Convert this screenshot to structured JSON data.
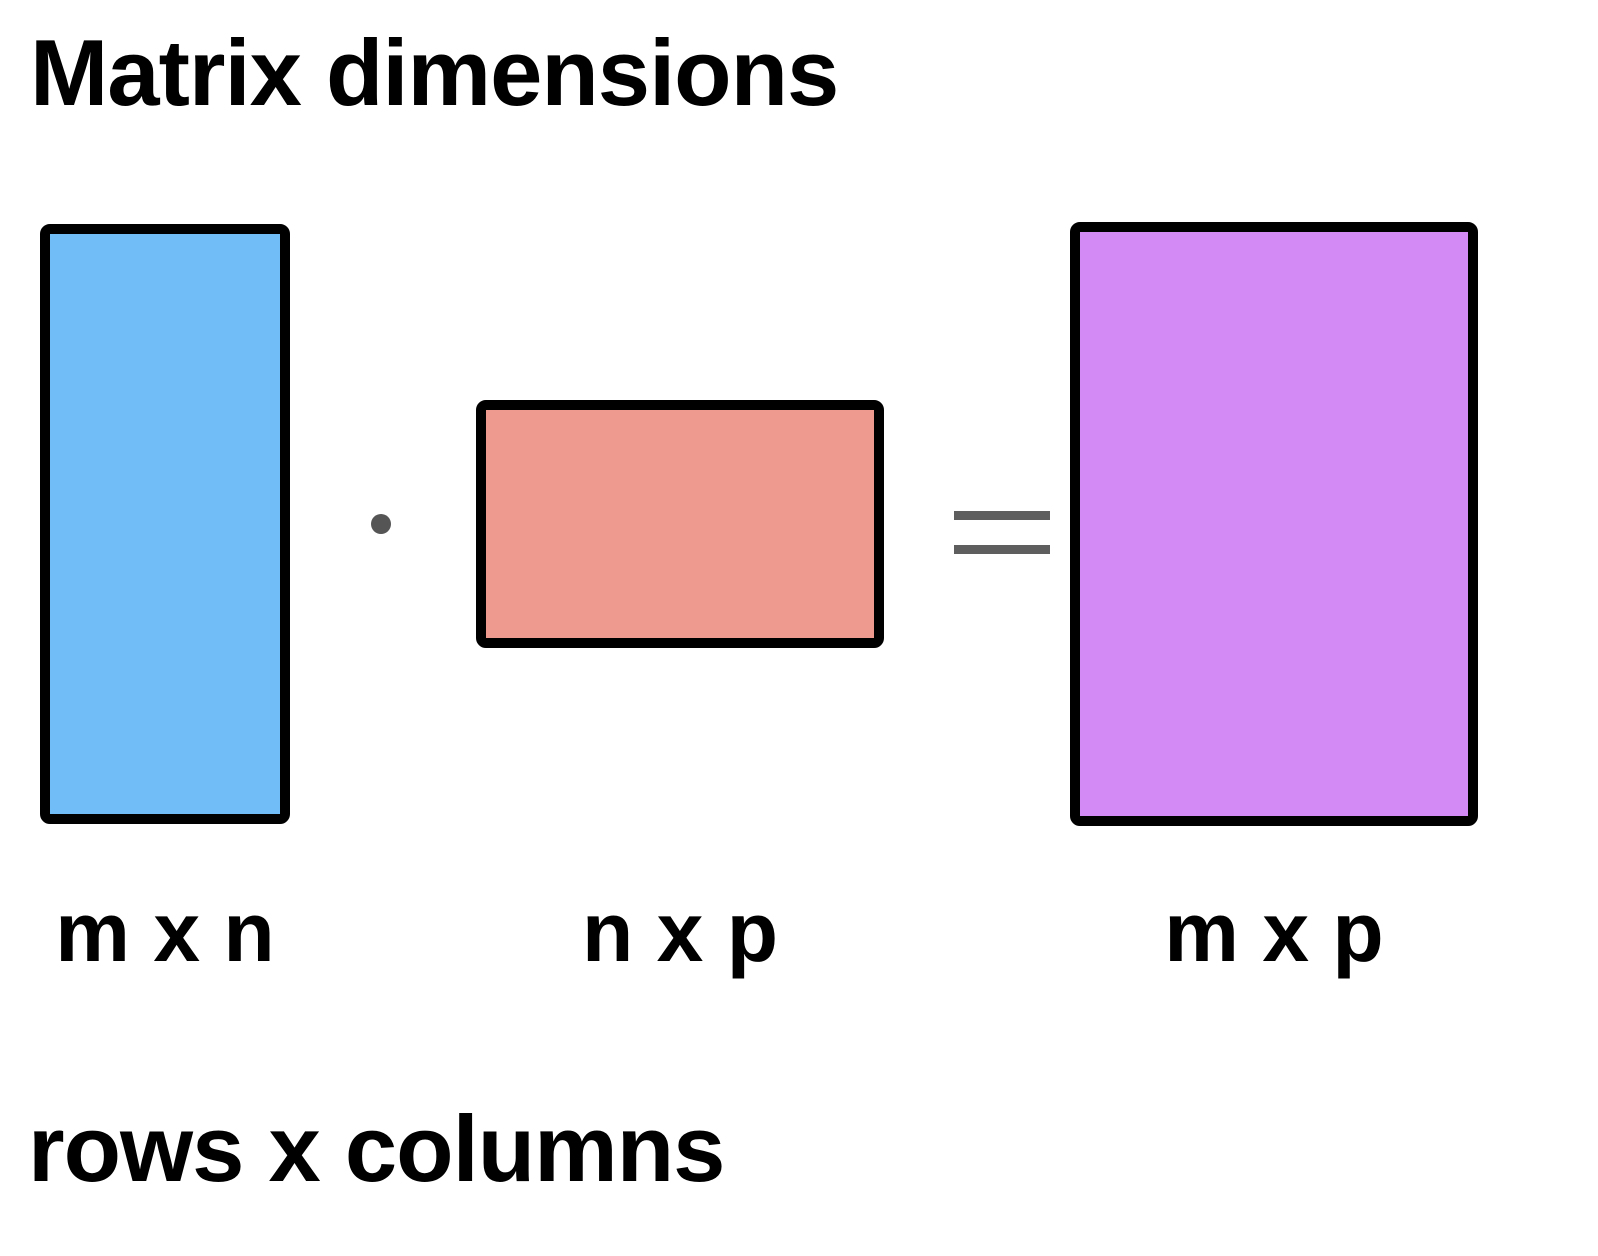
{
  "title": "Matrix dimensions",
  "matrices": [
    {
      "label": "m x n",
      "color": "#70bdf8"
    },
    {
      "label": "n x p",
      "color": "#ef9a8f"
    },
    {
      "label": "m x p",
      "color": "#d48af5"
    }
  ],
  "operators": {
    "multiply": "dot",
    "equals": "="
  },
  "footer": "rows x columns"
}
